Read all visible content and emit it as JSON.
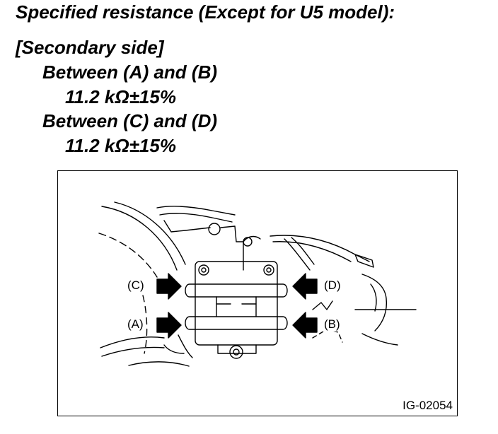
{
  "spec": {
    "heading": "Specified resistance (Except for U5 model):",
    "side": "[Secondary side]",
    "pair1_label": "Between (A) and (B)",
    "pair1_value": "11.2 kΩ±15%",
    "pair2_label": "Between (C) and (D)",
    "pair2_value": "11.2 kΩ±15%"
  },
  "figure": {
    "labels": {
      "a": "(A)",
      "b": "(B)",
      "c": "(C)",
      "d": "(D)"
    },
    "figure_id": "IG-02054"
  }
}
